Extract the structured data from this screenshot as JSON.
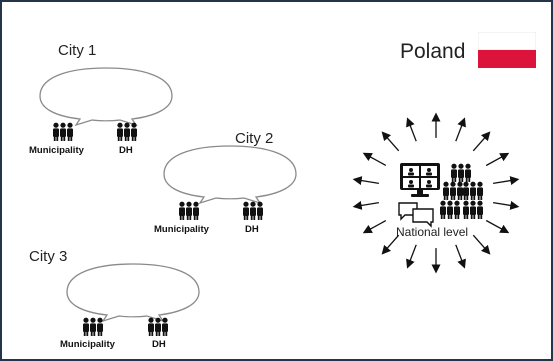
{
  "cities": [
    {
      "name": "City 1",
      "left_label": "Municipality",
      "right_label": "DH"
    },
    {
      "name": "City 2",
      "left_label": "Municipality",
      "right_label": "DH"
    },
    {
      "name": "City 3",
      "left_label": "Municipality",
      "right_label": "DH"
    }
  ],
  "country": {
    "name": "Poland",
    "flag_colors": [
      "#ffffff",
      "#dc143c"
    ]
  },
  "national": {
    "label": "National level"
  },
  "icons": [
    "people-group-icon",
    "speech-bubble-icon",
    "monitor-video-call-icon",
    "chat-bubbles-icon",
    "crowd-icon",
    "broadcast-arrows"
  ],
  "colors": {
    "frame": "#24344a",
    "bubble_stroke": "#8a8a8a",
    "icon": "#111111",
    "flag_red": "#dc143c"
  }
}
